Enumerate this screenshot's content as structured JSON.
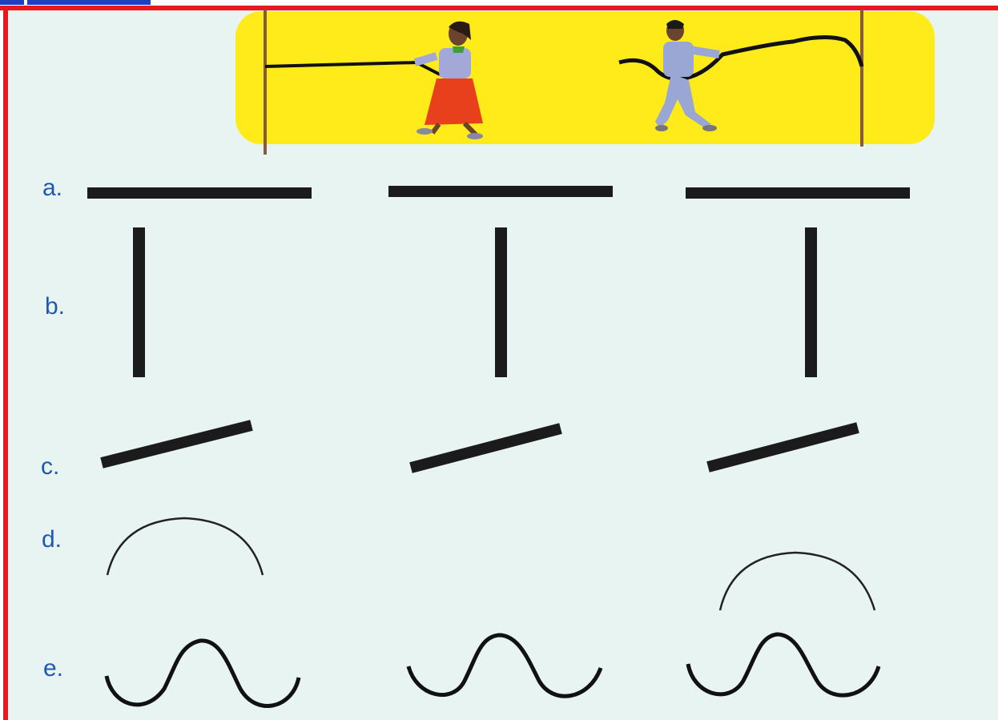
{
  "rows": {
    "a": {
      "label": "a."
    },
    "b": {
      "label": "b."
    },
    "c": {
      "label": "c."
    },
    "d": {
      "label": "d."
    },
    "e": {
      "label": "e."
    }
  },
  "colors": {
    "frame": "#e5191f",
    "banner": "#ffeb1a",
    "background": "#e8f4f2",
    "label": "#1f57b4",
    "stroke": "#1b1b1b"
  }
}
